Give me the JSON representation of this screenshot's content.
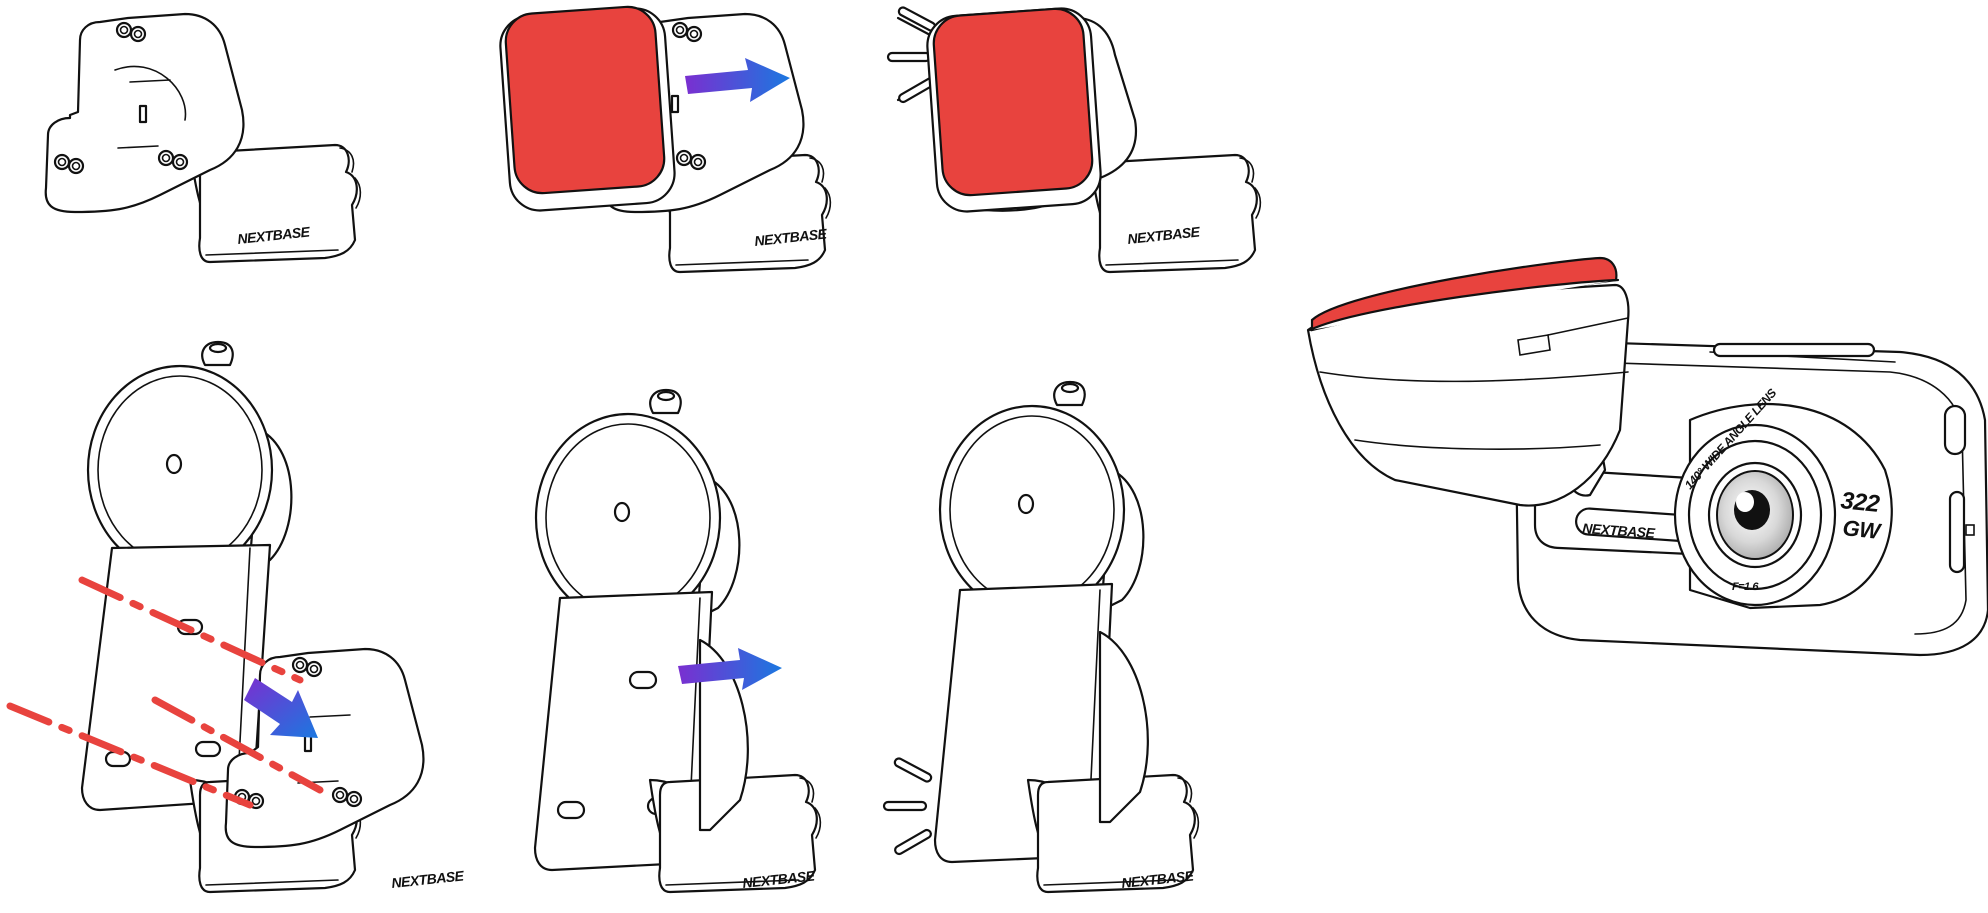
{
  "colors": {
    "adhesive_pad": "#e8433e",
    "arrow_start": "#7a2fd0",
    "arrow_end": "#1b78e0",
    "guide_line": "#e8433e",
    "outline": "#111111"
  },
  "labels": {
    "brand": "NEXTBASE",
    "lens_ring": "140° WIDE ANGLE LENS",
    "aperture": "F=1.6",
    "model_top": "322",
    "model_bottom": "GW"
  },
  "icons": [
    "arrow-right-icon",
    "motion-lines-icon",
    "guide-dashed-line"
  ]
}
